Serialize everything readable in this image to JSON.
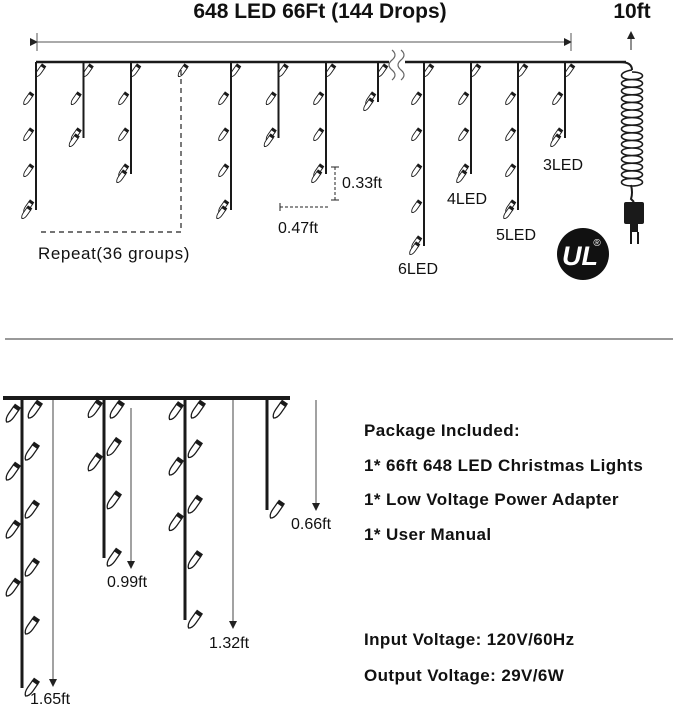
{
  "top": {
    "title": "648 LED 66Ft (144 Drops)",
    "lead_length": "10ft",
    "repeat_label": "Repeat(36 groups)",
    "spacing_vertical": "0.33ft",
    "spacing_horizontal": "0.47ft",
    "drop_labels": [
      "6LED",
      "4LED",
      "5LED",
      "3LED"
    ],
    "cert_mark": "UL",
    "cert_registered": "®"
  },
  "bottom": {
    "drop_lengths": [
      "0.66ft",
      "0.99ft",
      "1.32ft",
      "1.65ft"
    ],
    "package_title": "Package Included:",
    "package_items": [
      "1* 66ft 648 LED Christmas Lights",
      "1* Low Voltage Power Adapter",
      "1* User Manual"
    ],
    "input_voltage": "Input Voltage: 120V/60Hz",
    "output_voltage": "Output Voltage: 29V/6W"
  },
  "colors": {
    "wire": "#1a1a1a",
    "bulb_fill": "#ffffff",
    "text": "#111111"
  }
}
